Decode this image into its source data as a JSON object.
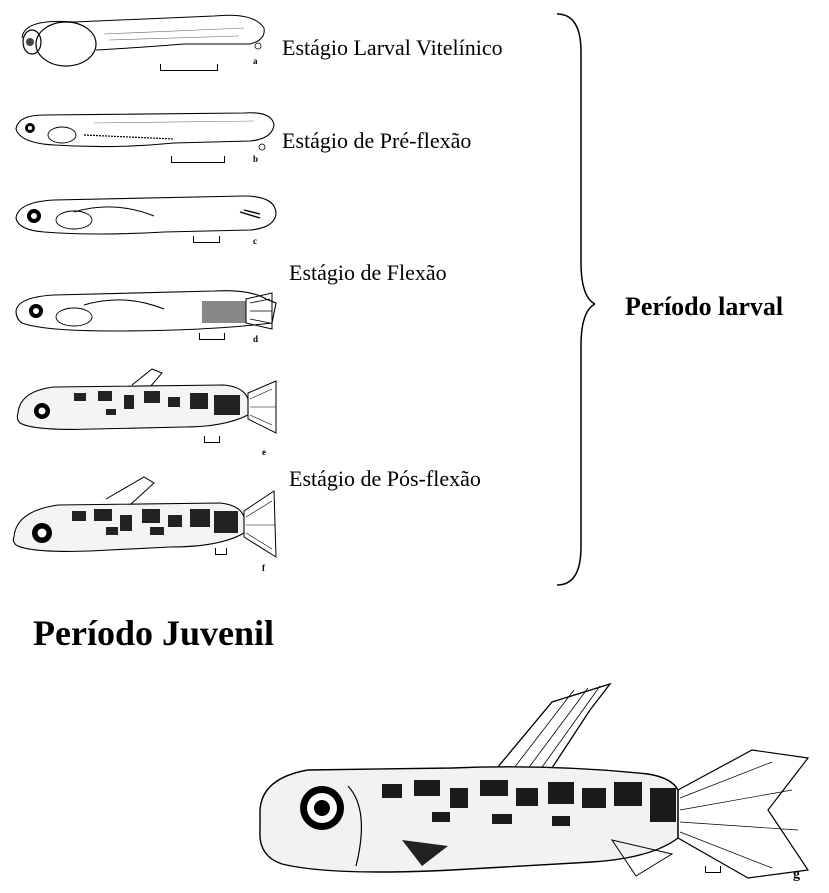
{
  "stages": [
    {
      "letter": "a",
      "label": "Estágio Larval Vitelínico"
    },
    {
      "letter": "b",
      "label": "Estágio de Pré-flexão"
    },
    {
      "letter": "c",
      "label": ""
    },
    {
      "letter": "d",
      "label": "Estágio de Flexão"
    },
    {
      "letter": "e",
      "label": ""
    },
    {
      "letter": "f",
      "label": "Estágio de Pós-flexão"
    }
  ],
  "juvenile_letter": "g",
  "period_larval": "Período larval",
  "period_juvenil": "Período Juvenil"
}
